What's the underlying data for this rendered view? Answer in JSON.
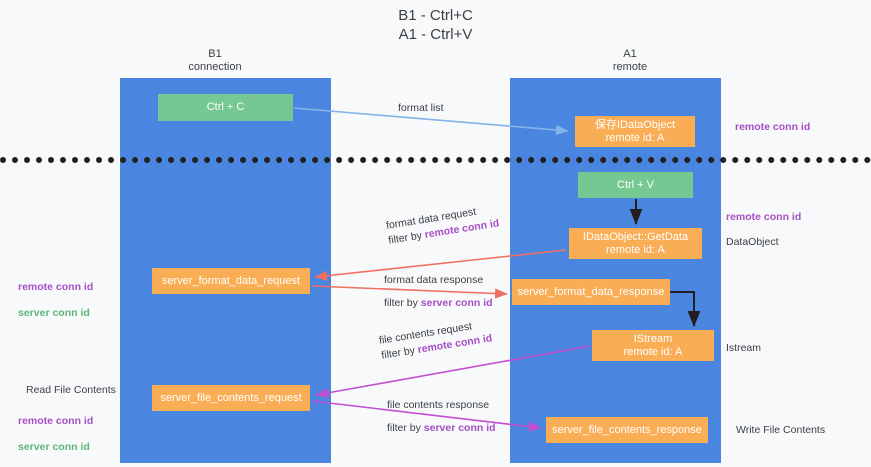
{
  "title": "B1 - Ctrl+C\nA1 - Ctrl+V",
  "columns": [
    {
      "name": "b1",
      "header": "B1\nconnection"
    },
    {
      "name": "a1",
      "header": "A1\nremote"
    }
  ],
  "nodes": {
    "ctrl_c": {
      "label": "Ctrl + C",
      "color": "#76c893"
    },
    "save_idataobject": {
      "label": "保存IDataObject\nremote id: A",
      "color": "#f9ad54"
    },
    "ctrl_v": {
      "label": "Ctrl + V",
      "color": "#76c893"
    },
    "getdata": {
      "label": "IDataObject::GetData\nremote id: A",
      "color": "#f9ad54"
    },
    "server_format_data_request": {
      "label": "server_format_data_request",
      "color": "#f9ad54"
    },
    "server_format_data_response": {
      "label": "server_format_data_response",
      "color": "#f9ad54"
    },
    "istream": {
      "label": "IStream\nremote id: A",
      "color": "#f9ad54"
    },
    "server_file_contents_request": {
      "label": "server_file_contents_request",
      "color": "#f9ad54"
    },
    "server_file_contents_response": {
      "label": "server_file_contents_response",
      "color": "#f9ad54"
    }
  },
  "edges": {
    "format_list": {
      "label": "format list"
    },
    "format_data_request": {
      "label": "format data request",
      "filter_prefix": "filter by ",
      "filter_key": "remote conn id"
    },
    "format_data_response": {
      "label": "format data response",
      "filter_prefix": "filter by ",
      "filter_key": "server conn id"
    },
    "file_contents_request": {
      "label": "file contents request",
      "filter_prefix": "filter by ",
      "filter_key": "remote conn id"
    },
    "file_contents_response": {
      "label": "file contents response",
      "filter_prefix": "filter by ",
      "filter_key": "server conn id"
    }
  },
  "side_labels": {
    "remote_conn_id_top": "remote conn id",
    "remote_conn_id_mid": "remote conn id",
    "dataobject": "DataObject",
    "istream": "Istream",
    "write_file_contents": "Write File Contents",
    "read_file_contents": "Read File Contents",
    "left_mid_remote": "remote conn id",
    "left_mid_server": "server conn id",
    "left_bottom_remote": "remote conn id",
    "left_bottom_server": "server conn id"
  },
  "colors": {
    "lane": "#4a86e0",
    "node_green": "#76c893",
    "node_orange": "#f9ad54",
    "accent_purple": "#a64ec4",
    "accent_green": "#63b87d",
    "arrow_blue": "#84b4ea",
    "arrow_red": "#ef7063",
    "arrow_magenta": "#c24fcf",
    "arrow_black": "#231f20",
    "background": "#f8f9fb"
  }
}
